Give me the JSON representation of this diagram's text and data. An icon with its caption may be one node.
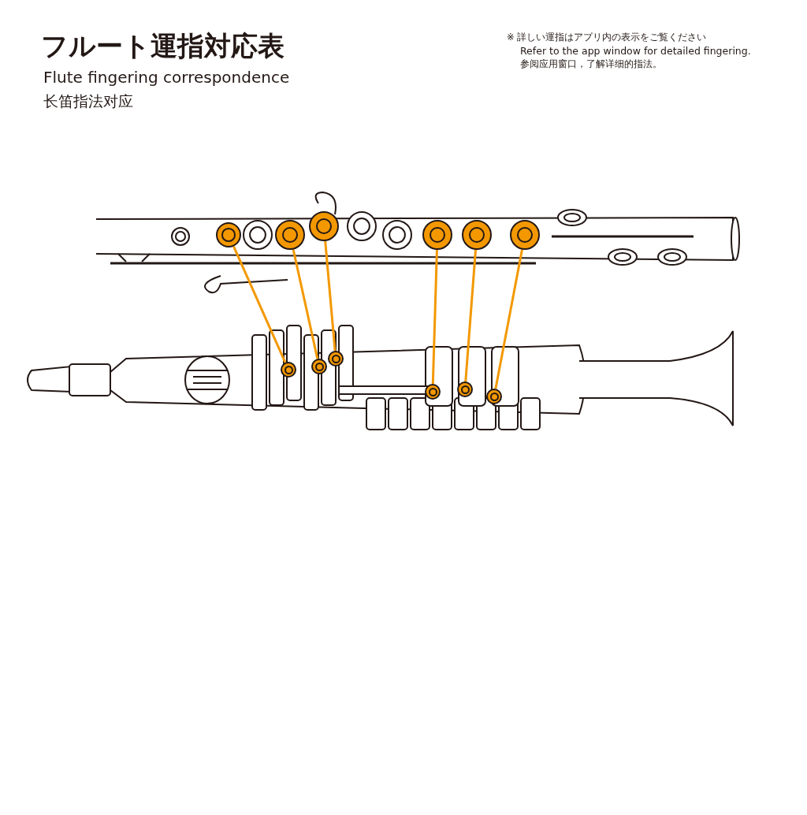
{
  "diagram": {
    "title": "フルート運指対応表",
    "nodes": [
      {
        "text": [],
        "shape": "circle"
      },
      {
        "text": [],
        "shape": "circle"
      },
      {
        "text": [],
        "shape": "circle"
      },
      {
        "text": [],
        "shape": "circle"
      },
      {
        "text": [],
        "shape": "circle"
      },
      {
        "text": [],
        "shape": "circle"
      },
      {
        "text": [],
        "shape": "circle"
      },
      {
        "text": [],
        "shape": "circle"
      },
      {
        "text": [],
        "shape": "circle"
      },
      {
        "text": [],
        "shape": "circle"
      },
      {
        "text": [],
        "shape": "circle"
      },
      {
        "text": [],
        "shape": "circle"
      }
    ],
    "edges": [
      {
        "from": 0,
        "to": 6,
        "arrow": "none"
      },
      {
        "from": 1,
        "to": 7,
        "arrow": "none"
      },
      {
        "from": 2,
        "to": 8,
        "arrow": "none"
      },
      {
        "from": 3,
        "to": 9,
        "arrow": "none"
      },
      {
        "from": 4,
        "to": 10,
        "arrow": "none"
      },
      {
        "from": 5,
        "to": 11,
        "arrow": "none"
      }
    ],
    "labels": [
      "Flute fingering correspondence",
      "长笛指法对应",
      "※ 詳しい運指はアプリ内の表示をご覧ください",
      "Refer to the app window for detailed fingering.",
      "参阅应用窗口，了解详细的指法。"
    ]
  }
}
